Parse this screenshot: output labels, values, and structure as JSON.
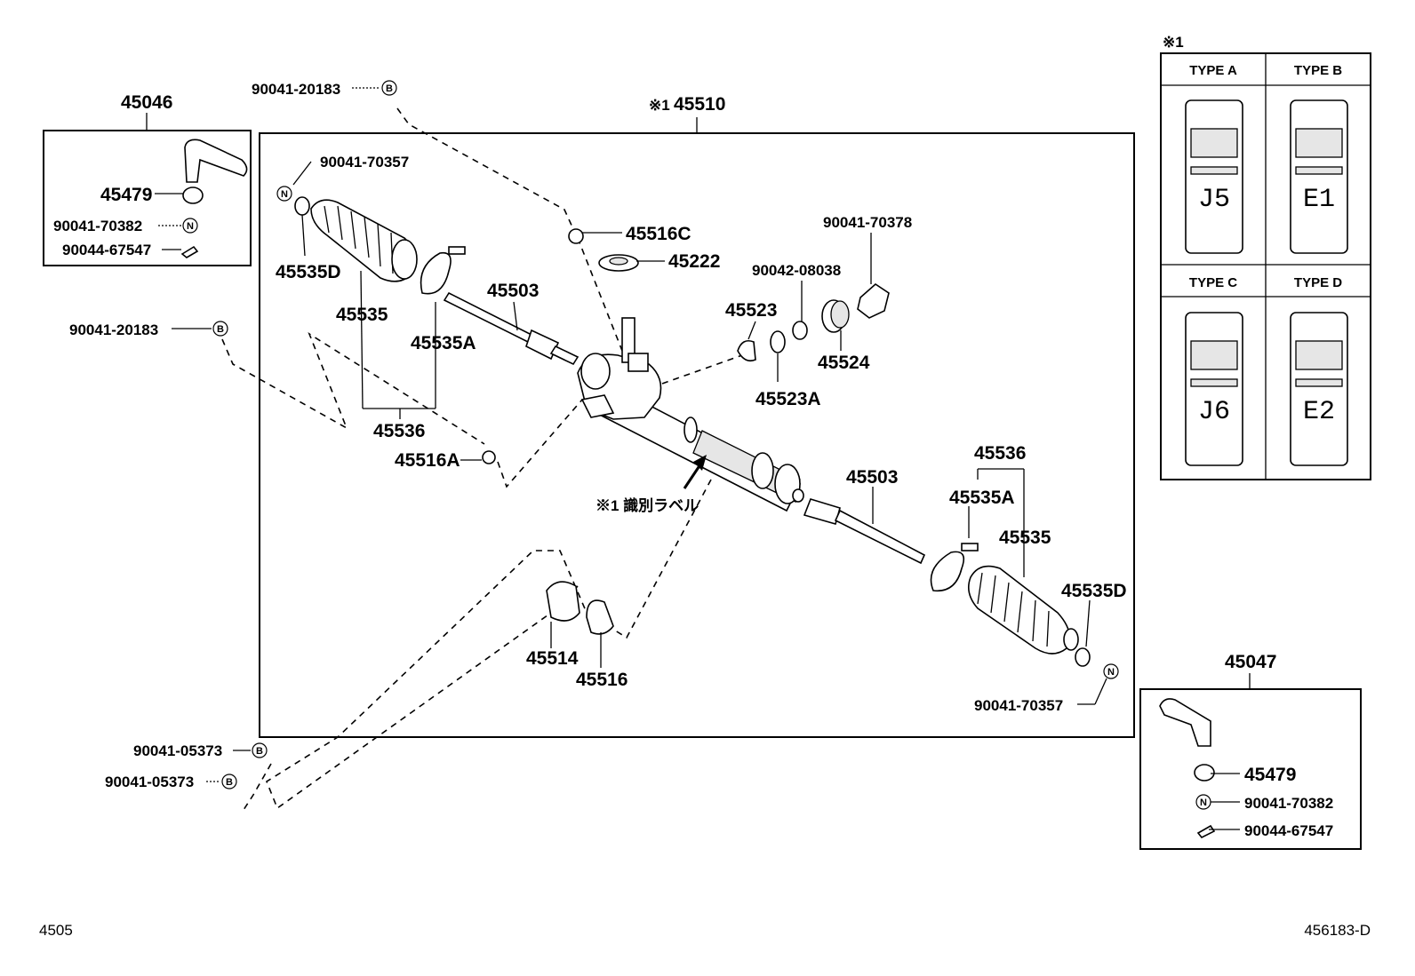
{
  "labels": {
    "ref_top": "※1",
    "assy_mark": "※1",
    "assy_no": "45510",
    "bolt_top": "90041-20183",
    "bolt_left": "90041-20183",
    "pitman": "45046",
    "tie_end": "45047",
    "cover_a": "45479",
    "nut_a": "90041-70382",
    "pin_a": "90044-67547",
    "cover_b": "45479",
    "nut_b": "90041-70382",
    "pin_b": "90044-67547",
    "clip_l": "90041-70357",
    "clip_r": "90041-70357",
    "boot_clamp_l": "45535D",
    "boot_clamp_r": "45535D",
    "boot_l": "45535",
    "boot_r": "45535",
    "clamp_l": "45535A",
    "clamp_r": "45535A",
    "boot_set_l": "45536",
    "boot_set_r": "45536",
    "rod_l": "45503",
    "rod_r": "45503",
    "grommet_c": "45516C",
    "cover_222": "45222",
    "plug_378": "90041-70378",
    "ring_038": "90042-08038",
    "guide_523": "45523",
    "spring_523a": "45523A",
    "plug_524": "45524",
    "grommet_a": "45516A",
    "id_label": "※1 識別ラベル",
    "bracket": "45514",
    "grommet": "45516",
    "bolt_b1": "90041-05373",
    "bolt_b2": "90041-05373",
    "footer_left": "4505",
    "footer_right": "456183-D",
    "mark_b": "B",
    "mark_n": "N"
  },
  "types": [
    {
      "name": "TYPE A",
      "code": "J5"
    },
    {
      "name": "TYPE B",
      "code": "E1"
    },
    {
      "name": "TYPE C",
      "code": "J6"
    },
    {
      "name": "TYPE D",
      "code": "E2"
    }
  ]
}
